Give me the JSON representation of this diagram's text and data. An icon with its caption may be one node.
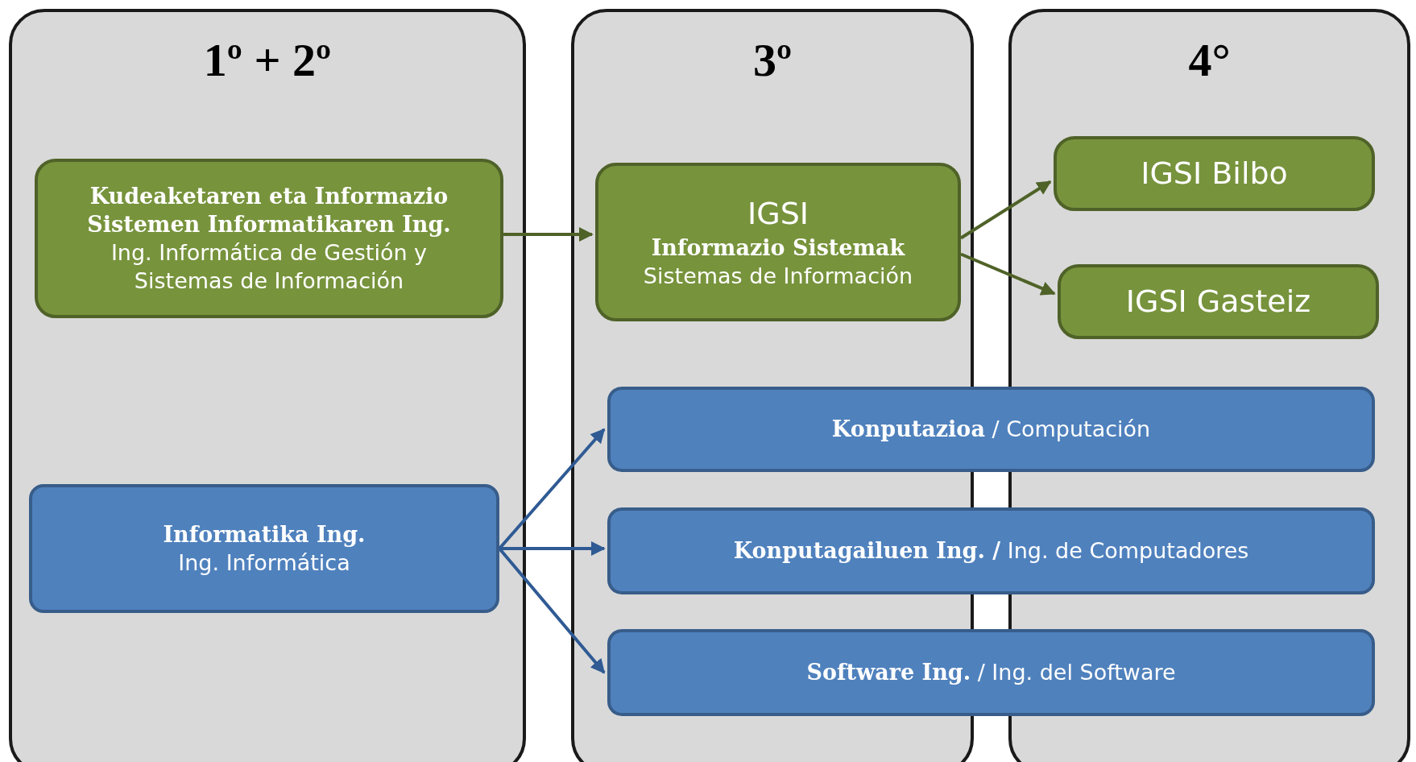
{
  "diagram": {
    "nodes": [
      {
        "text": [
          "1º + 2º"
        ]
      },
      {
        "text": [
          "3º"
        ]
      },
      {
        "text": [
          "4°"
        ]
      },
      {
        "text": [
          "Kudeaketaren eta Informazio Sistemen Informatikaren Ing.",
          "Ing. Informática de Gestión y Sistemas de Información"
        ],
        "in": 0
      },
      {
        "text": [
          "Informatika Ing.",
          "Ing. Informática"
        ],
        "in": 0
      },
      {
        "text": [
          "IGSI",
          "Informazio Sistemak",
          "Sistemas de Información"
        ],
        "in": 1
      },
      {
        "text": [
          "IGSI Bilbo"
        ],
        "in": 2
      },
      {
        "text": [
          "IGSI Gasteiz"
        ],
        "in": 2
      },
      {
        "text": [
          "**Konputazioa** / Computación"
        ]
      },
      {
        "text": [
          "**Konputagailuen Ing. /** Ing. de Computadores"
        ]
      },
      {
        "text": [
          "**Software Ing.** / Ing. del Software"
        ]
      }
    ],
    "edges": [
      {
        "from": 3,
        "to": 5,
        "arrow": "to",
        "color": "#4f6228"
      },
      {
        "from": 5,
        "to": 6,
        "arrow": "to",
        "color": "#4f6228"
      },
      {
        "from": 5,
        "to": 7,
        "arrow": "to",
        "color": "#4f6228"
      },
      {
        "from": 4,
        "to": 8,
        "arrow": "to",
        "color": "#2f5a94"
      },
      {
        "from": 4,
        "to": 9,
        "arrow": "to",
        "color": "#2f5a94"
      },
      {
        "from": 4,
        "to": 10,
        "arrow": "to",
        "color": "#2f5a94"
      }
    ]
  }
}
